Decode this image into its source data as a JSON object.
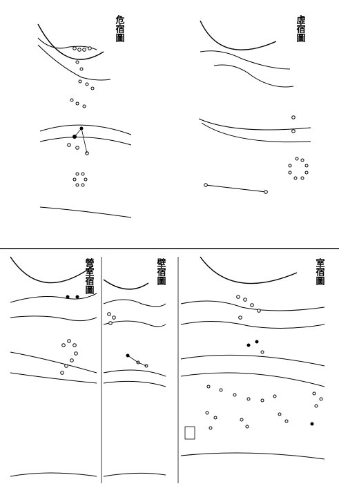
{
  "panels": [
    {
      "id": "wei",
      "title": "危宿圖"
    },
    {
      "id": "xu",
      "title": "虛宿圖"
    },
    {
      "id": "ying",
      "title": "營室宿圖"
    },
    {
      "id": "bi",
      "title": "壁宿圖"
    },
    {
      "id": "shi",
      "title": "室宿圖"
    }
  ],
  "colors": {
    "ink": "#000000",
    "paper": "#ffffff"
  }
}
